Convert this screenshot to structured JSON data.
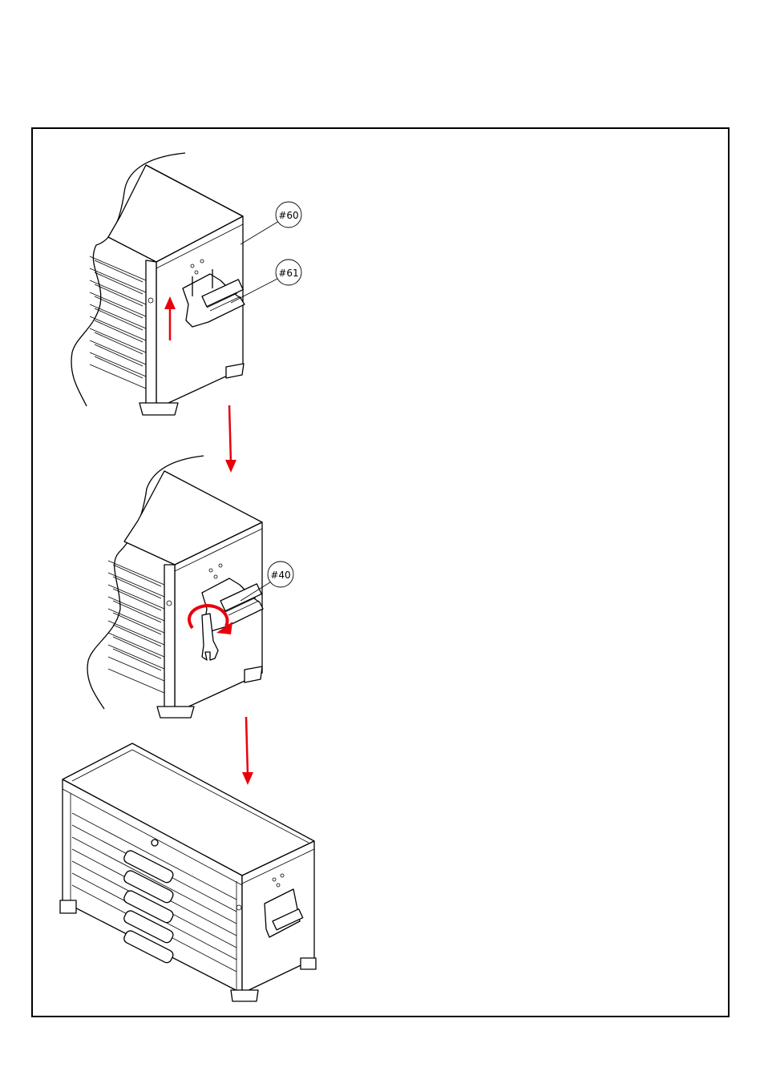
{
  "diagram": {
    "callouts": [
      {
        "id": "part-60",
        "text": "#60"
      },
      {
        "id": "part-61",
        "text": "#61"
      },
      {
        "id": "part-40",
        "text": "#40"
      }
    ],
    "colors": {
      "arrow": "#e8000b",
      "line": "#000000",
      "background": "#ffffff"
    },
    "steps": [
      {
        "name": "attach-side-panel-and-handle",
        "icon": "arrow-up-icon"
      },
      {
        "name": "tighten-with-wrench",
        "icon": "rotate-arrow-icon"
      },
      {
        "name": "assembled-tool-chest",
        "icon": "tool-chest-icon"
      }
    ]
  }
}
